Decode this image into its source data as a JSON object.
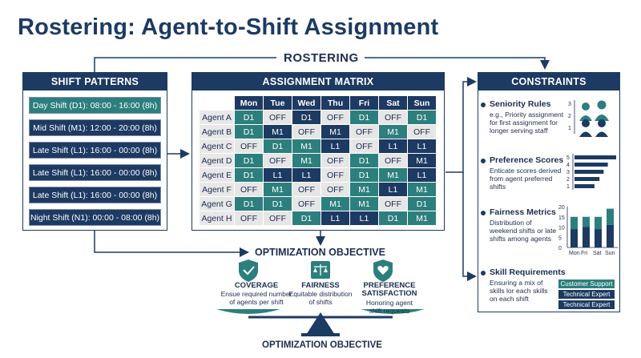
{
  "title": "Rostering: Agent-to-Shift Assignment",
  "rostering_label": "ROSTERING",
  "colors": {
    "navy": "#1d3a63",
    "teal": "#2c7f7d",
    "off": "#e6e6e6"
  },
  "shift_patterns": {
    "heading": "SHIFT PATTERNS",
    "items": [
      {
        "label": "Day Shift (D1): 08:00 - 16:00 (8h)",
        "color": "#2c7f7d"
      },
      {
        "label": "Mid Shift (M1): 12:00 - 20:00 (8h)",
        "color": "#1d3a63"
      },
      {
        "label": "Late Shift (L1): 16:00 - 00:00 (8h)",
        "color": "#1d3a63"
      },
      {
        "label": "Late Shift (L1): 16:00 - 00:00 (8h)",
        "color": "#1d3a63"
      },
      {
        "label": "Late Shift (L1): 16:00 - 00:00 (8h)",
        "color": "#1d3a63"
      },
      {
        "label": "Night Shift (N1): 00:00 - 08:00 (8h)",
        "color": "#1d3a63"
      }
    ]
  },
  "matrix": {
    "heading": "ASSIGNMENT MATRIX",
    "days": [
      "Mon",
      "Tue",
      "Wed",
      "Thu",
      "Fri",
      "Sat",
      "Sun"
    ],
    "rows": [
      {
        "agent": "Agent A",
        "cells": [
          "D1",
          "OFF",
          "D1",
          "OFF",
          "D1",
          "OFF",
          "D1"
        ]
      },
      {
        "agent": "Agent B",
        "cells": [
          "D1",
          "M1",
          "OFF",
          "M1",
          "OFF",
          "M1",
          "OFF"
        ]
      },
      {
        "agent": "Agent C",
        "cells": [
          "OFF",
          "D1",
          "M1",
          "L1",
          "OFF",
          "L1",
          "L1"
        ]
      },
      {
        "agent": "Agent D",
        "cells": [
          "D1",
          "OFF",
          "M1",
          "OFF",
          "D1",
          "OFF",
          "M1"
        ]
      },
      {
        "agent": "Agent E",
        "cells": [
          "D1",
          "L1",
          "L1",
          "OFF",
          "D1",
          "M1",
          "L1"
        ]
      },
      {
        "agent": "Agent F",
        "cells": [
          "OFF",
          "M1",
          "OFF",
          "OFF",
          "M1",
          "L1",
          "M1"
        ]
      },
      {
        "agent": "Agent G",
        "cells": [
          "D1",
          "D1",
          "OFF",
          "M1",
          "M1",
          "OFF",
          "D1"
        ]
      },
      {
        "agent": "Agent H",
        "cells": [
          "OFF",
          "OFF",
          "D1",
          "L1",
          "L1",
          "D1",
          "M1"
        ]
      }
    ],
    "dark_cells": [
      [
        0,
        2
      ],
      [
        1,
        1
      ],
      [
        1,
        3
      ],
      [
        2,
        3
      ],
      [
        2,
        5
      ],
      [
        2,
        6
      ],
      [
        3,
        6
      ],
      [
        4,
        1
      ],
      [
        4,
        2
      ],
      [
        4,
        6
      ],
      [
        5,
        5
      ],
      [
        7,
        3
      ],
      [
        7,
        4
      ]
    ]
  },
  "constraints": {
    "heading": "CONSTRAINTS",
    "seniority": {
      "title": "Seniority Rules",
      "desc": [
        "e.g., Priority assignment",
        "for first assignment for",
        "longer serving staff"
      ],
      "ticks": [
        "3",
        "2",
        "1"
      ]
    },
    "preference": {
      "title": "Preference Scores",
      "desc": [
        "Enticate scores derived",
        "from agent preferred",
        "shifts"
      ],
      "ticks": [
        "5",
        "4",
        "3",
        "2",
        "1"
      ],
      "bars": [
        5,
        4,
        3.5,
        3,
        2.4
      ]
    },
    "fairness": {
      "title": "Fairness Metrics",
      "desc": [
        "Distribution of",
        "weekend shifts or late",
        "shifts among agents"
      ],
      "ticks": [
        "20",
        "15",
        "10",
        "5",
        "0"
      ],
      "categories": [
        "Mon",
        "Fri",
        "Sat",
        "Sun"
      ],
      "stacks": [
        [
          9,
          6
        ],
        [
          10,
          5
        ],
        [
          9,
          6
        ],
        [
          11,
          8
        ]
      ]
    },
    "skills": {
      "title": "Skill Requirements",
      "desc": [
        "Ensuring a mix of",
        "skills lor each skills",
        "on each shift"
      ],
      "tags": [
        "Customer Support",
        "Technical Expert",
        "Technical Expert"
      ]
    }
  },
  "objective": {
    "title": "OPTIMIZATION OBJECTIVE",
    "bottom_title": "OPTIMIZATION OBJECTIVE",
    "items": [
      {
        "head": [
          "COVERAGE"
        ],
        "desc": [
          "Ensue required number",
          "of agents per shift"
        ]
      },
      {
        "head": [
          "FAIRNESS"
        ],
        "desc": [
          "Equitable distribution",
          "of shifts"
        ]
      },
      {
        "head": [
          "PREFERENCE",
          "SATISFACTION"
        ],
        "desc": [
          "Honoring agent",
          "shift requests"
        ]
      }
    ]
  }
}
